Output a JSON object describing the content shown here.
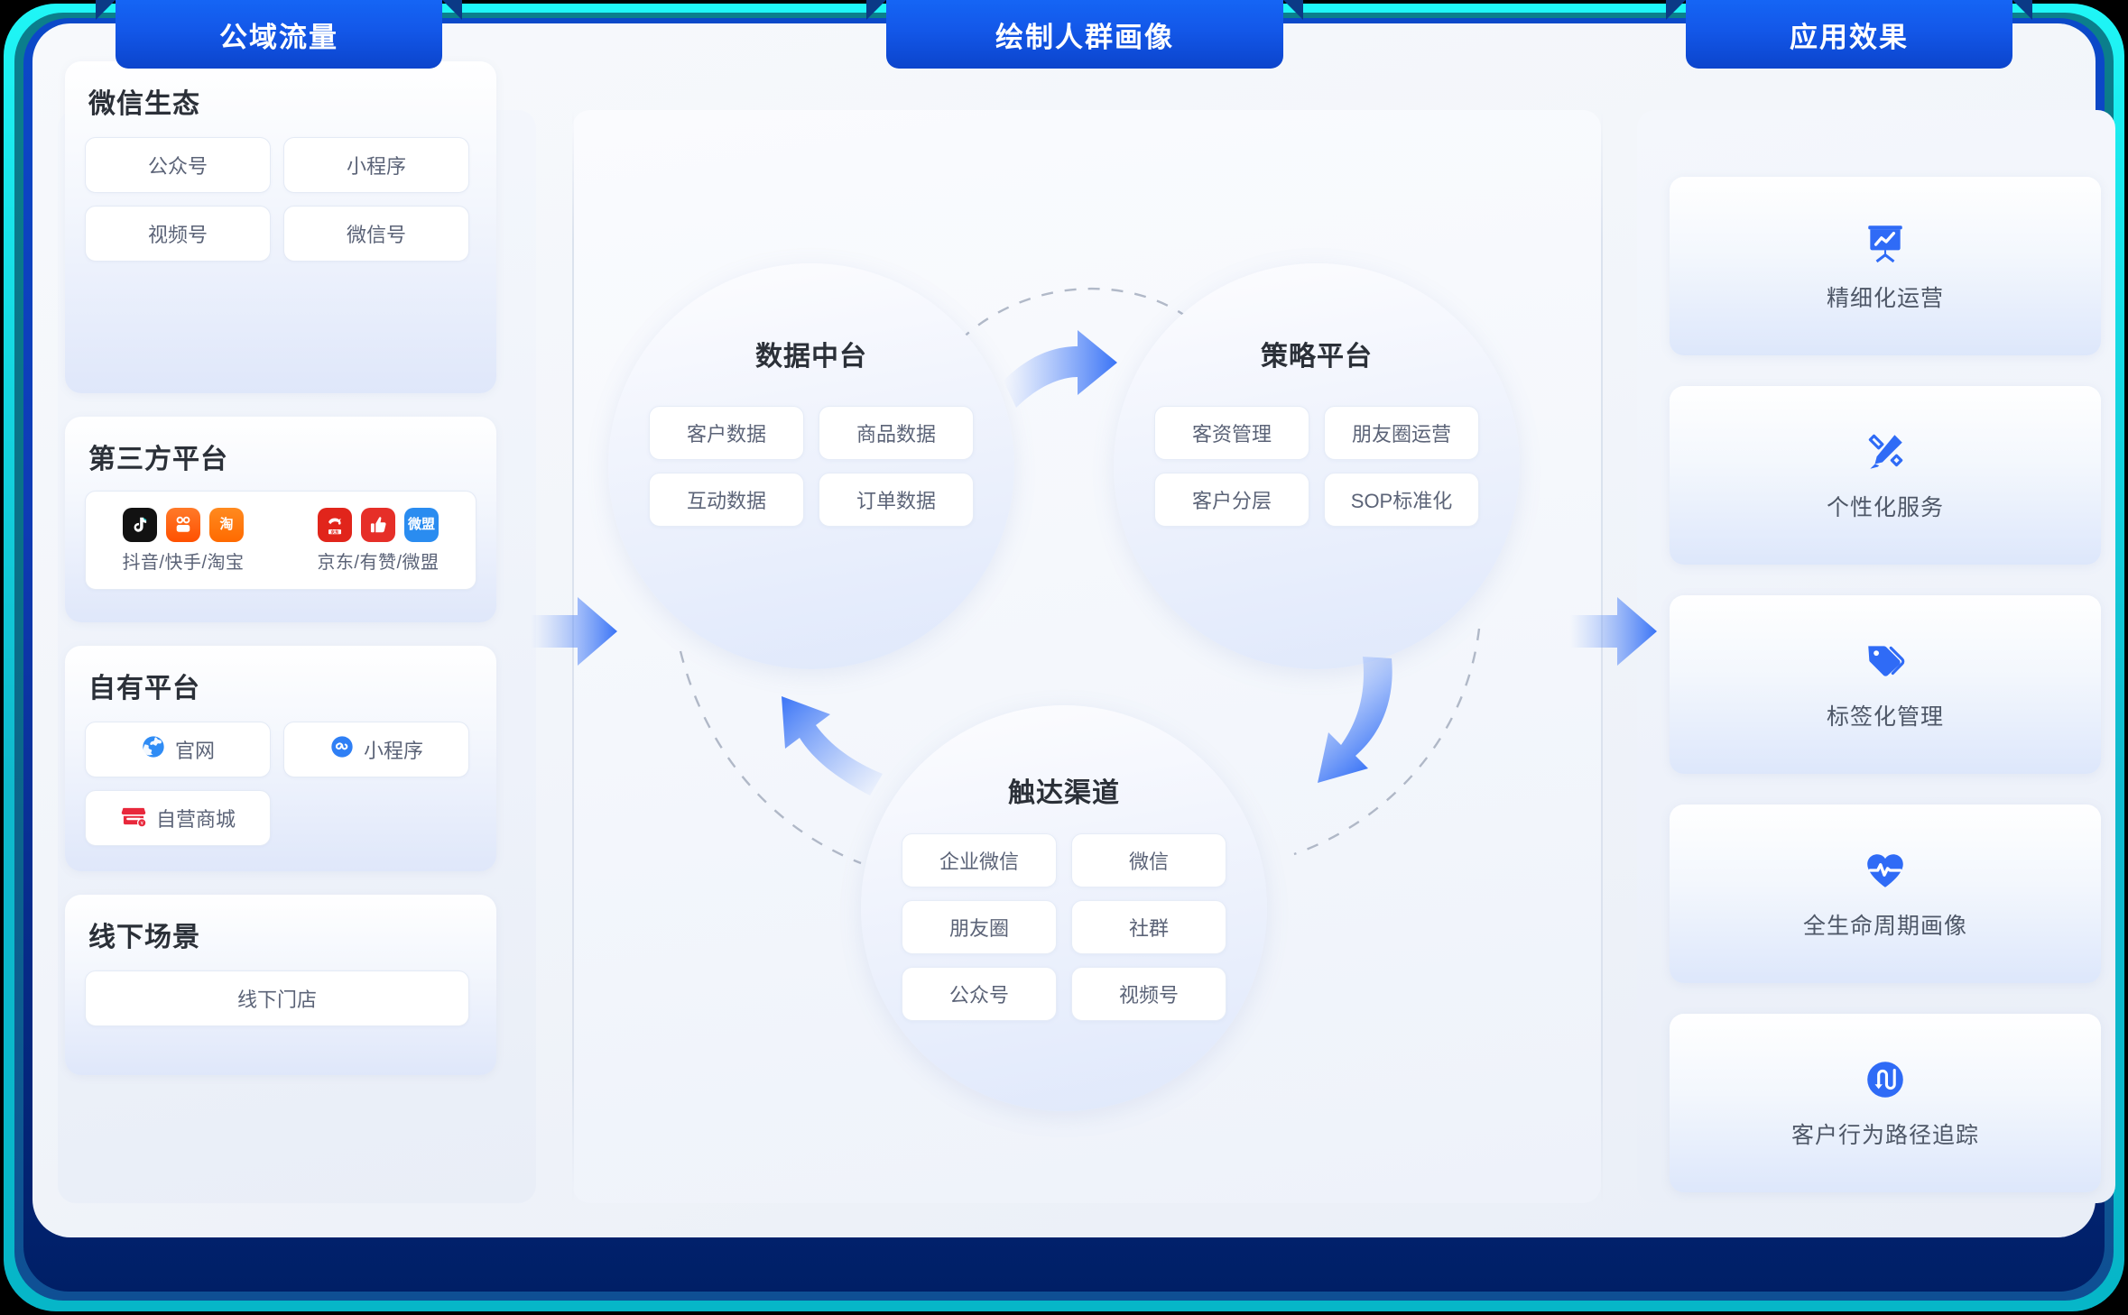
{
  "columns": {
    "left": {
      "badge": "公域流量"
    },
    "center": {
      "badge": "绘制人群画像"
    },
    "right": {
      "badge": "应用效果"
    }
  },
  "left_groups": [
    {
      "title": "微信生态",
      "type": "chips",
      "chips": [
        "公众号",
        "小程序",
        "视频号",
        "微信号"
      ]
    },
    {
      "title": "第三方平台",
      "type": "logos",
      "logo_groups": [
        {
          "caption": "抖音/快手/淘宝",
          "logos": [
            {
              "name": "douyin-logo",
              "glyph": "♪",
              "color": "#121212"
            },
            {
              "name": "kuaishou-logo",
              "glyph": "⌘",
              "color": "#ff5000"
            },
            {
              "name": "taobao-logo",
              "glyph": "淘",
              "color": "#ff6a00"
            }
          ]
        },
        {
          "caption": "京东/有赞/微盟",
          "logos": [
            {
              "name": "jingdong-logo",
              "glyph": "京东",
              "color": "#e1251b"
            },
            {
              "name": "youzan-logo",
              "glyph": "👍",
              "color": "#e62f28"
            },
            {
              "name": "weimob-logo",
              "glyph": "微盟",
              "color": "#2a8cf0"
            }
          ]
        }
      ]
    },
    {
      "title": "自有平台",
      "type": "icon-chips",
      "chips": [
        {
          "label": "官网",
          "icon": "globe-icon"
        },
        {
          "label": "小程序",
          "icon": "mini-program-icon"
        },
        {
          "label": "自营商城",
          "icon": "storefront-icon"
        }
      ]
    },
    {
      "title": "线下场景",
      "type": "chips-wide",
      "chips": [
        "线下门店"
      ]
    }
  ],
  "center_circles": [
    {
      "title": "数据中台",
      "items": [
        "客户数据",
        "商品数据",
        "互动数据",
        "订单数据"
      ]
    },
    {
      "title": "策略平台",
      "items": [
        "客资管理",
        "朋友圈运营",
        "客户分层",
        "SOP标准化"
      ]
    },
    {
      "title": "触达渠道",
      "items": [
        "企业微信",
        "微信",
        "朋友圈",
        "社群",
        "公众号",
        "视频号"
      ]
    }
  ],
  "right_cards": [
    {
      "label": "精细化运营",
      "icon": "presentation-chart-icon"
    },
    {
      "label": "个性化服务",
      "icon": "pencil-ruler-icon"
    },
    {
      "label": "标签化管理",
      "icon": "tag-icon"
    },
    {
      "label": "全生命周期画像",
      "icon": "heart-pulse-icon"
    },
    {
      "label": "客户行为路径追踪",
      "icon": "route-path-icon"
    }
  ],
  "colors": {
    "badge_blue": "#1357e8",
    "accent_blue": "#2f6bf6",
    "arrow_blue": "#3f78f7",
    "frame_cyan": "#1ff6f6",
    "frame_navy": "#001f66",
    "card_text": "#5b6377",
    "title_text": "#2b3038"
  }
}
